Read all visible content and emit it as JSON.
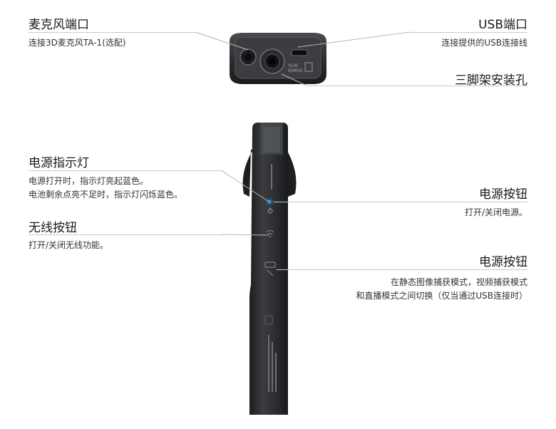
{
  "callouts": {
    "mic_port": {
      "title": "麦克风端口",
      "desc": "连接3D麦克风TA-1(选配)"
    },
    "usb_port": {
      "title": "USB端口",
      "desc": "连接提供的USB连接线"
    },
    "tripod": {
      "title": "三脚架安装孔"
    },
    "power_led": {
      "title": "电源指示灯",
      "desc1": "电源打开时，指示灯亮起蓝色。",
      "desc2": "电池剩余点亮不足时，指示灯闪烁蓝色。"
    },
    "power_button": {
      "title": "电源按钮",
      "desc": "打开/关闭电源。"
    },
    "wireless_button": {
      "title": "无线按钮",
      "desc": "打开/关闭无线功能。"
    },
    "mode_button": {
      "title": "电源按钮",
      "desc1": "在静态图像捕获模式，视频捕获模式",
      "desc2": "和直播模式之间切换（仅当通过USB连接时）"
    }
  },
  "device": {
    "bottom_label_1": "YL00",
    "bottom_label_2": "000000"
  },
  "colors": {
    "body": "#2b2d30",
    "led": "#3a8fd6",
    "line": "#c9c9c9"
  }
}
